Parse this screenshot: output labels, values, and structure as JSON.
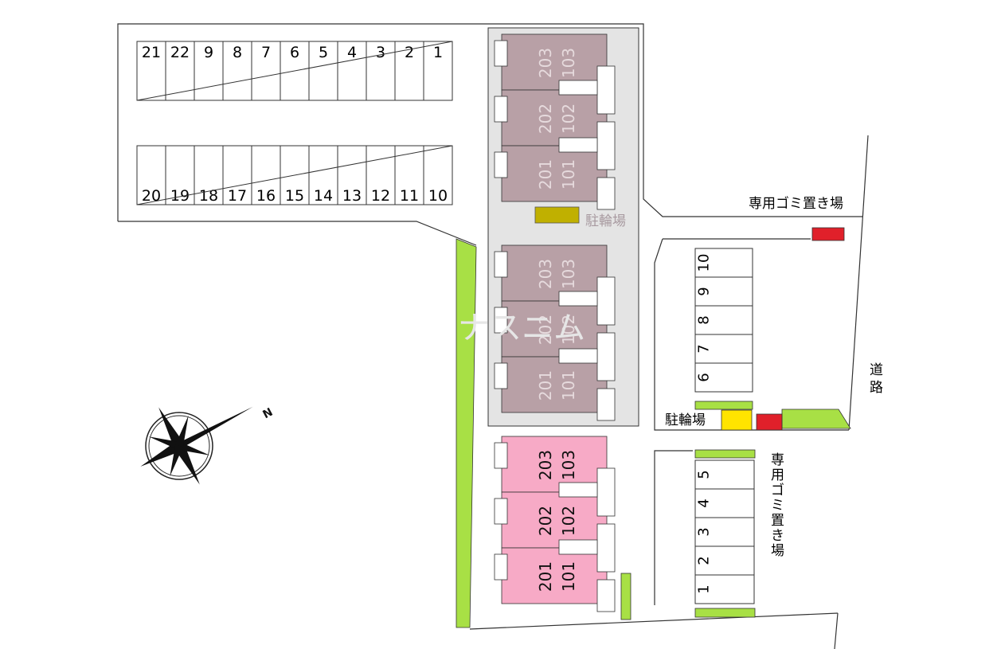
{
  "colors": {
    "outline": "#333333",
    "building_gray": "#b8a0a6",
    "building_pink": "#f7aac6",
    "gray_block": "#e4e4e4",
    "green": "#a8e045",
    "red": "#e0202a",
    "yellow": "#ffe400",
    "olive": "#c0b000"
  },
  "parking_top_row": [
    "21",
    "22",
    "9",
    "8",
    "7",
    "6",
    "5",
    "4",
    "3",
    "2",
    "1"
  ],
  "parking_second_row": [
    "20",
    "19",
    "18",
    "17",
    "16",
    "15",
    "14",
    "13",
    "12",
    "11",
    "10"
  ],
  "parking_right_upper": [
    "10",
    "9",
    "8",
    "7",
    "6"
  ],
  "parking_right_lower": [
    "5",
    "4",
    "3",
    "2",
    "1"
  ],
  "building_a": {
    "rows": [
      {
        "upper": "203",
        "lower": "103"
      },
      {
        "upper": "202",
        "lower": "102"
      },
      {
        "upper": "201",
        "lower": "101"
      }
    ]
  },
  "building_b": {
    "rows": [
      {
        "upper": "203",
        "lower": "103"
      },
      {
        "upper": "202",
        "lower": "102"
      },
      {
        "upper": "201",
        "lower": "101"
      }
    ]
  },
  "building_c": {
    "rows": [
      {
        "upper": "203",
        "lower": "103"
      },
      {
        "upper": "202",
        "lower": "102"
      },
      {
        "upper": "201",
        "lower": "101"
      }
    ]
  },
  "labels": {
    "bicycle_parking": "駐輪場",
    "bicycle_parking_2": "駐輪場",
    "garbage_top": "専用ゴミ置き場",
    "garbage_right": "専用ゴミ置き場",
    "road": "道路"
  },
  "compass": {
    "north_label": "N",
    "icon": "compass-rose-icon"
  }
}
